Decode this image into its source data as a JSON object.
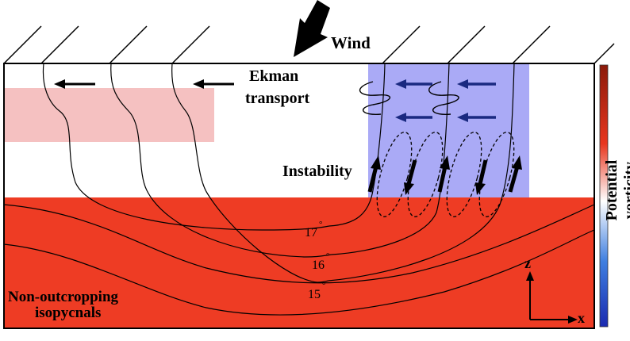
{
  "labels": {
    "wind": "Wind",
    "ekman_line1": "Ekman",
    "ekman_line2": "transport",
    "instability": "Instability",
    "non_outcropping_line1": "Non-outcropping",
    "non_outcropping_line2": "isopycnals",
    "colorbar": "Potential vorticity",
    "axis_z": "z",
    "axis_x": "x"
  },
  "isopycnals": [
    {
      "value": "17",
      "degree": "°"
    },
    {
      "value": "16",
      "degree": "°"
    },
    {
      "value": "15",
      "degree": "°"
    }
  ],
  "colors": {
    "high_pv": "#ee3c24",
    "pink_layer": "#f5c1c1",
    "blue_region": "#aaaaf6",
    "blue_arrow": "#1a2980",
    "colorbar_top": "#8b1a0a",
    "colorbar_mid": "#ffffff",
    "colorbar_bottom": "#1a2ab0"
  }
}
